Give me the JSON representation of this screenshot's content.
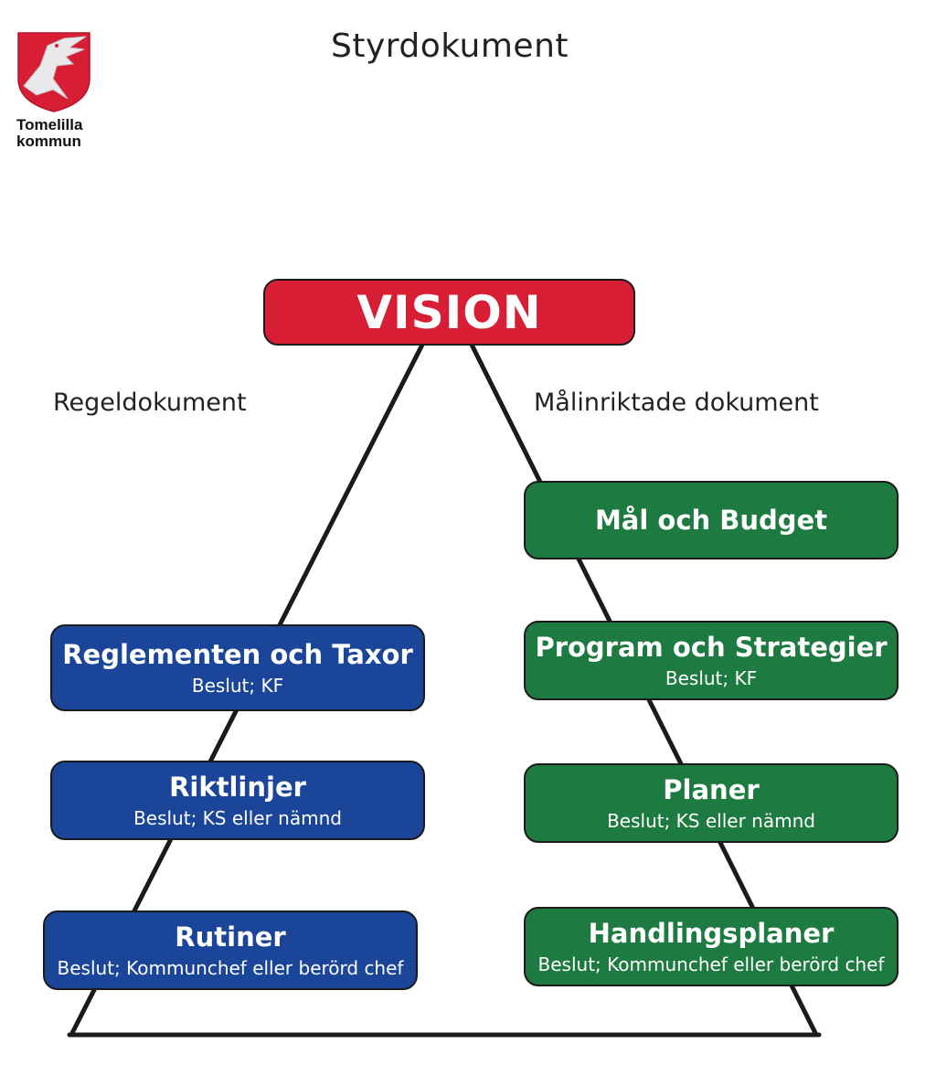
{
  "header": {
    "title": "Styrdokument",
    "logo": {
      "icon": "kite-bird-shield-icon",
      "line1": "Tomelilla",
      "line2": "kommun",
      "shield_color": "#d81e35"
    }
  },
  "colors": {
    "vision": "#d81e35",
    "rule_documents": "#1a4598",
    "goal_documents": "#1d7a40",
    "lines": "#1b1b1b"
  },
  "vision": {
    "label": "VISION"
  },
  "columns": {
    "left_label": "Regeldokument",
    "right_label": "Målinriktade dokument"
  },
  "left_boxes": [
    {
      "title": "Reglementen och Taxor",
      "subtitle": "Beslut; KF"
    },
    {
      "title": "Riktlinjer",
      "subtitle": "Beslut; KS eller nämnd"
    },
    {
      "title": "Rutiner",
      "subtitle": "Beslut; Kommunchef eller berörd chef"
    }
  ],
  "right_boxes": [
    {
      "title": "Mål och Budget",
      "subtitle": ""
    },
    {
      "title": "Program och Strategier",
      "subtitle": "Beslut; KF"
    },
    {
      "title": "Planer",
      "subtitle": "Beslut; KS eller nämnd"
    },
    {
      "title": "Handlingsplaner",
      "subtitle": "Beslut; Kommunchef eller berörd chef"
    }
  ]
}
